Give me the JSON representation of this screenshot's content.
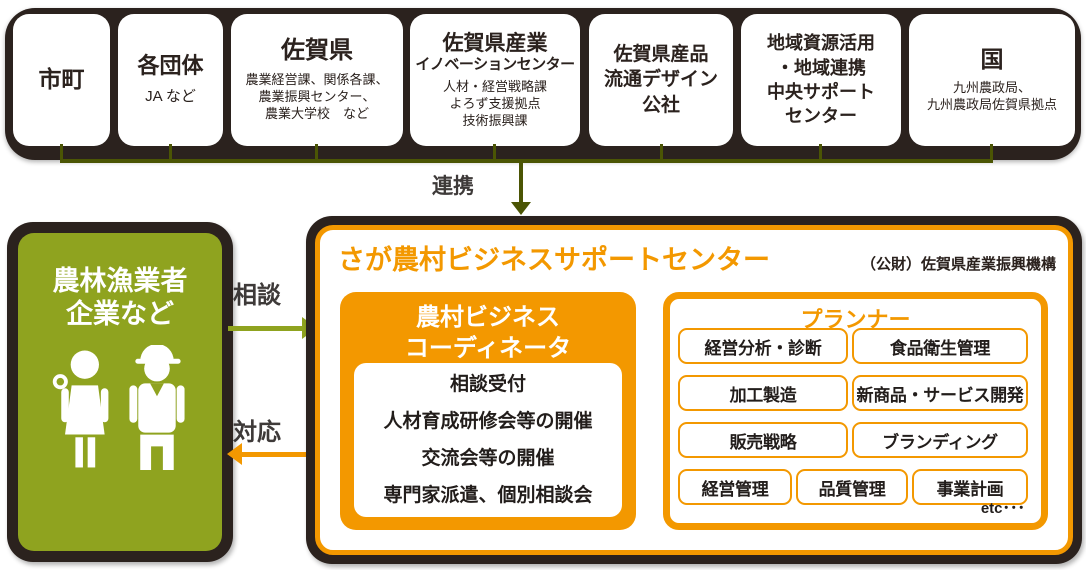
{
  "colors": {
    "orange": "#F39800",
    "green": "#8FA31F",
    "dark_frame": "#2B221E",
    "olive_line": "#4B5504",
    "label_text": "#3E3A39"
  },
  "top_row": {
    "boxes": [
      {
        "title_lines": [
          "市町"
        ],
        "sub_lines": []
      },
      {
        "title_lines": [
          "各団体"
        ],
        "sub_lines": [
          "JA など"
        ]
      },
      {
        "title_lines": [
          "佐賀県"
        ],
        "sub_lines": [
          "農業経営課、関係各課、",
          "農業振興センター、",
          "農業大学校　など"
        ]
      },
      {
        "title_lines": [
          "佐賀県産業",
          "イノベーションセンター"
        ],
        "sub_lines": [
          "人材・経営戦略課",
          "よろず支援拠点",
          "技術振興課"
        ]
      },
      {
        "title_lines": [
          "佐賀県産品",
          "流通デザイン",
          "公社"
        ],
        "sub_lines": []
      },
      {
        "title_lines": [
          "地域資源活用",
          "・地域連携",
          "中央サポート",
          "センター"
        ],
        "sub_lines": []
      },
      {
        "title_lines": [
          "国"
        ],
        "sub_lines": [
          "九州農政局、",
          "九州農政局佐賀県拠点"
        ]
      }
    ]
  },
  "links": {
    "cooperation_label": "連携",
    "consult_label": "相談",
    "respond_label": "対応"
  },
  "client_box": {
    "lines": [
      "農林漁業者",
      "企業など"
    ],
    "icons": [
      "farmer-woman-icon",
      "farmer-man-icon"
    ]
  },
  "center": {
    "title": "さが農村ビジネスサポートセンター",
    "org": "（公財）佐賀県産業振興機構",
    "coordinator": {
      "title_lines": [
        "農村ビジネス",
        "コーディネータ"
      ],
      "items": [
        "相談受付",
        "人材育成研修会等の開催",
        "交流会等の開催",
        "専門家派遣、個別相談会"
      ]
    },
    "planner": {
      "title": "プランナー",
      "rows": [
        [
          "経営分析・診断",
          "食品衛生管理"
        ],
        [
          "加工製造",
          "新商品・サービス開発"
        ],
        [
          "販売戦略",
          "ブランディング"
        ],
        [
          "経営管理",
          "品質管理",
          "事業計画"
        ]
      ],
      "etc_label": "etc･･･"
    }
  }
}
